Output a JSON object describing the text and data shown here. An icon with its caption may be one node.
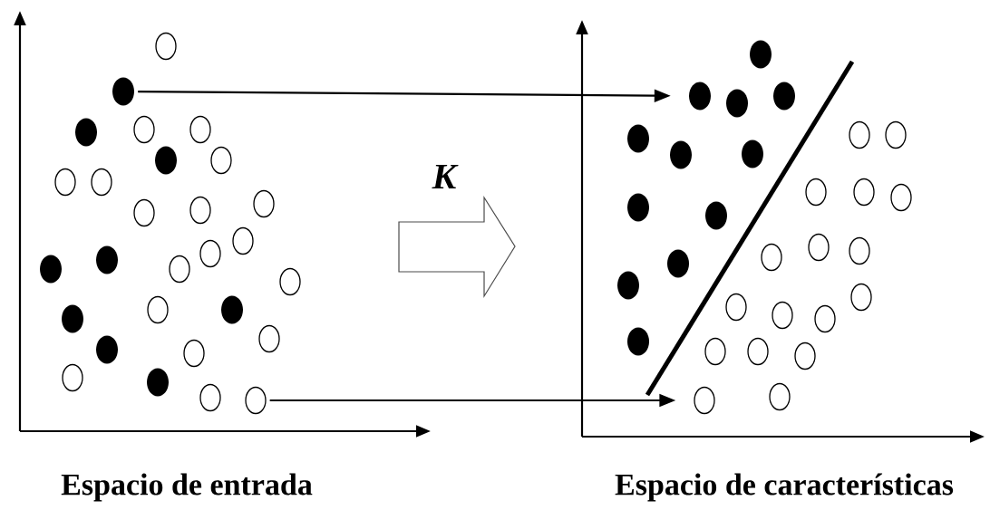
{
  "diagram": {
    "nodes": [
      {
        "text": [],
        "shape": "circle"
      },
      {
        "text": [],
        "shape": "circle"
      },
      {
        "text": [],
        "shape": "circle"
      },
      {
        "text": [],
        "shape": "circle"
      },
      {
        "text": [],
        "shape": "circle"
      },
      {
        "text": [],
        "shape": "circle"
      },
      {
        "text": [],
        "shape": "circle"
      },
      {
        "text": [],
        "shape": "circle"
      },
      {
        "text": [],
        "shape": "circle"
      },
      {
        "text": [],
        "shape": "circle"
      },
      {
        "text": [],
        "shape": "circle"
      },
      {
        "text": [],
        "shape": "circle"
      },
      {
        "text": [],
        "shape": "circle"
      },
      {
        "text": [],
        "shape": "circle"
      },
      {
        "text": [],
        "shape": "circle"
      },
      {
        "text": [],
        "shape": "circle"
      },
      {
        "text": [],
        "shape": "circle"
      },
      {
        "text": [],
        "shape": "circle"
      },
      {
        "text": [],
        "shape": "circle"
      },
      {
        "text": [],
        "shape": "circle"
      },
      {
        "text": [],
        "shape": "circle"
      },
      {
        "text": [],
        "shape": "circle"
      },
      {
        "text": [],
        "shape": "circle"
      },
      {
        "text": [],
        "shape": "circle"
      },
      {
        "text": [],
        "shape": "circle"
      },
      {
        "text": [],
        "shape": "circle"
      },
      {
        "text": [],
        "shape": "circle"
      },
      {
        "text": [],
        "shape": "circle"
      },
      {
        "text": [],
        "shape": "circle"
      },
      {
        "text": [],
        "shape": "circle"
      },
      {
        "text": [],
        "shape": "circle"
      },
      {
        "text": [],
        "shape": "circle"
      },
      {
        "text": [],
        "shape": "circle"
      },
      {
        "text": [],
        "shape": "circle"
      },
      {
        "text": [],
        "shape": "circle"
      },
      {
        "text": [],
        "shape": "circle"
      },
      {
        "text": [],
        "shape": "circle"
      },
      {
        "text": [],
        "shape": "circle"
      },
      {
        "text": [],
        "shape": "circle"
      },
      {
        "text": [],
        "shape": "circle"
      },
      {
        "text": [],
        "shape": "circle"
      },
      {
        "text": [],
        "shape": "circle"
      },
      {
        "text": [],
        "shape": "circle"
      },
      {
        "text": [],
        "shape": "circle"
      },
      {
        "text": [],
        "shape": "circle"
      },
      {
        "text": [],
        "shape": "circle"
      },
      {
        "text": [],
        "shape": "circle"
      },
      {
        "text": [],
        "shape": "circle"
      },
      {
        "text": [],
        "shape": "circle"
      },
      {
        "text": [],
        "shape": "circle"
      },
      {
        "text": [],
        "shape": "circle"
      },
      {
        "text": [],
        "shape": "circle"
      },
      {
        "text": [],
        "shape": "circle"
      },
      {
        "text": [],
        "shape": "circle"
      },
      {
        "text": [],
        "shape": "circle"
      },
      {
        "text": [],
        "shape": "circle"
      },
      {
        "text": [],
        "shape": "circle"
      }
    ],
    "edges": [
      {
        "from": 1,
        "to": 29,
        "arrow": "to"
      },
      {
        "from": 27,
        "to": 56,
        "arrow": "to"
      }
    ],
    "labels": [
      "K",
      "Espacio de entrada",
      "Espacio de características"
    ]
  }
}
